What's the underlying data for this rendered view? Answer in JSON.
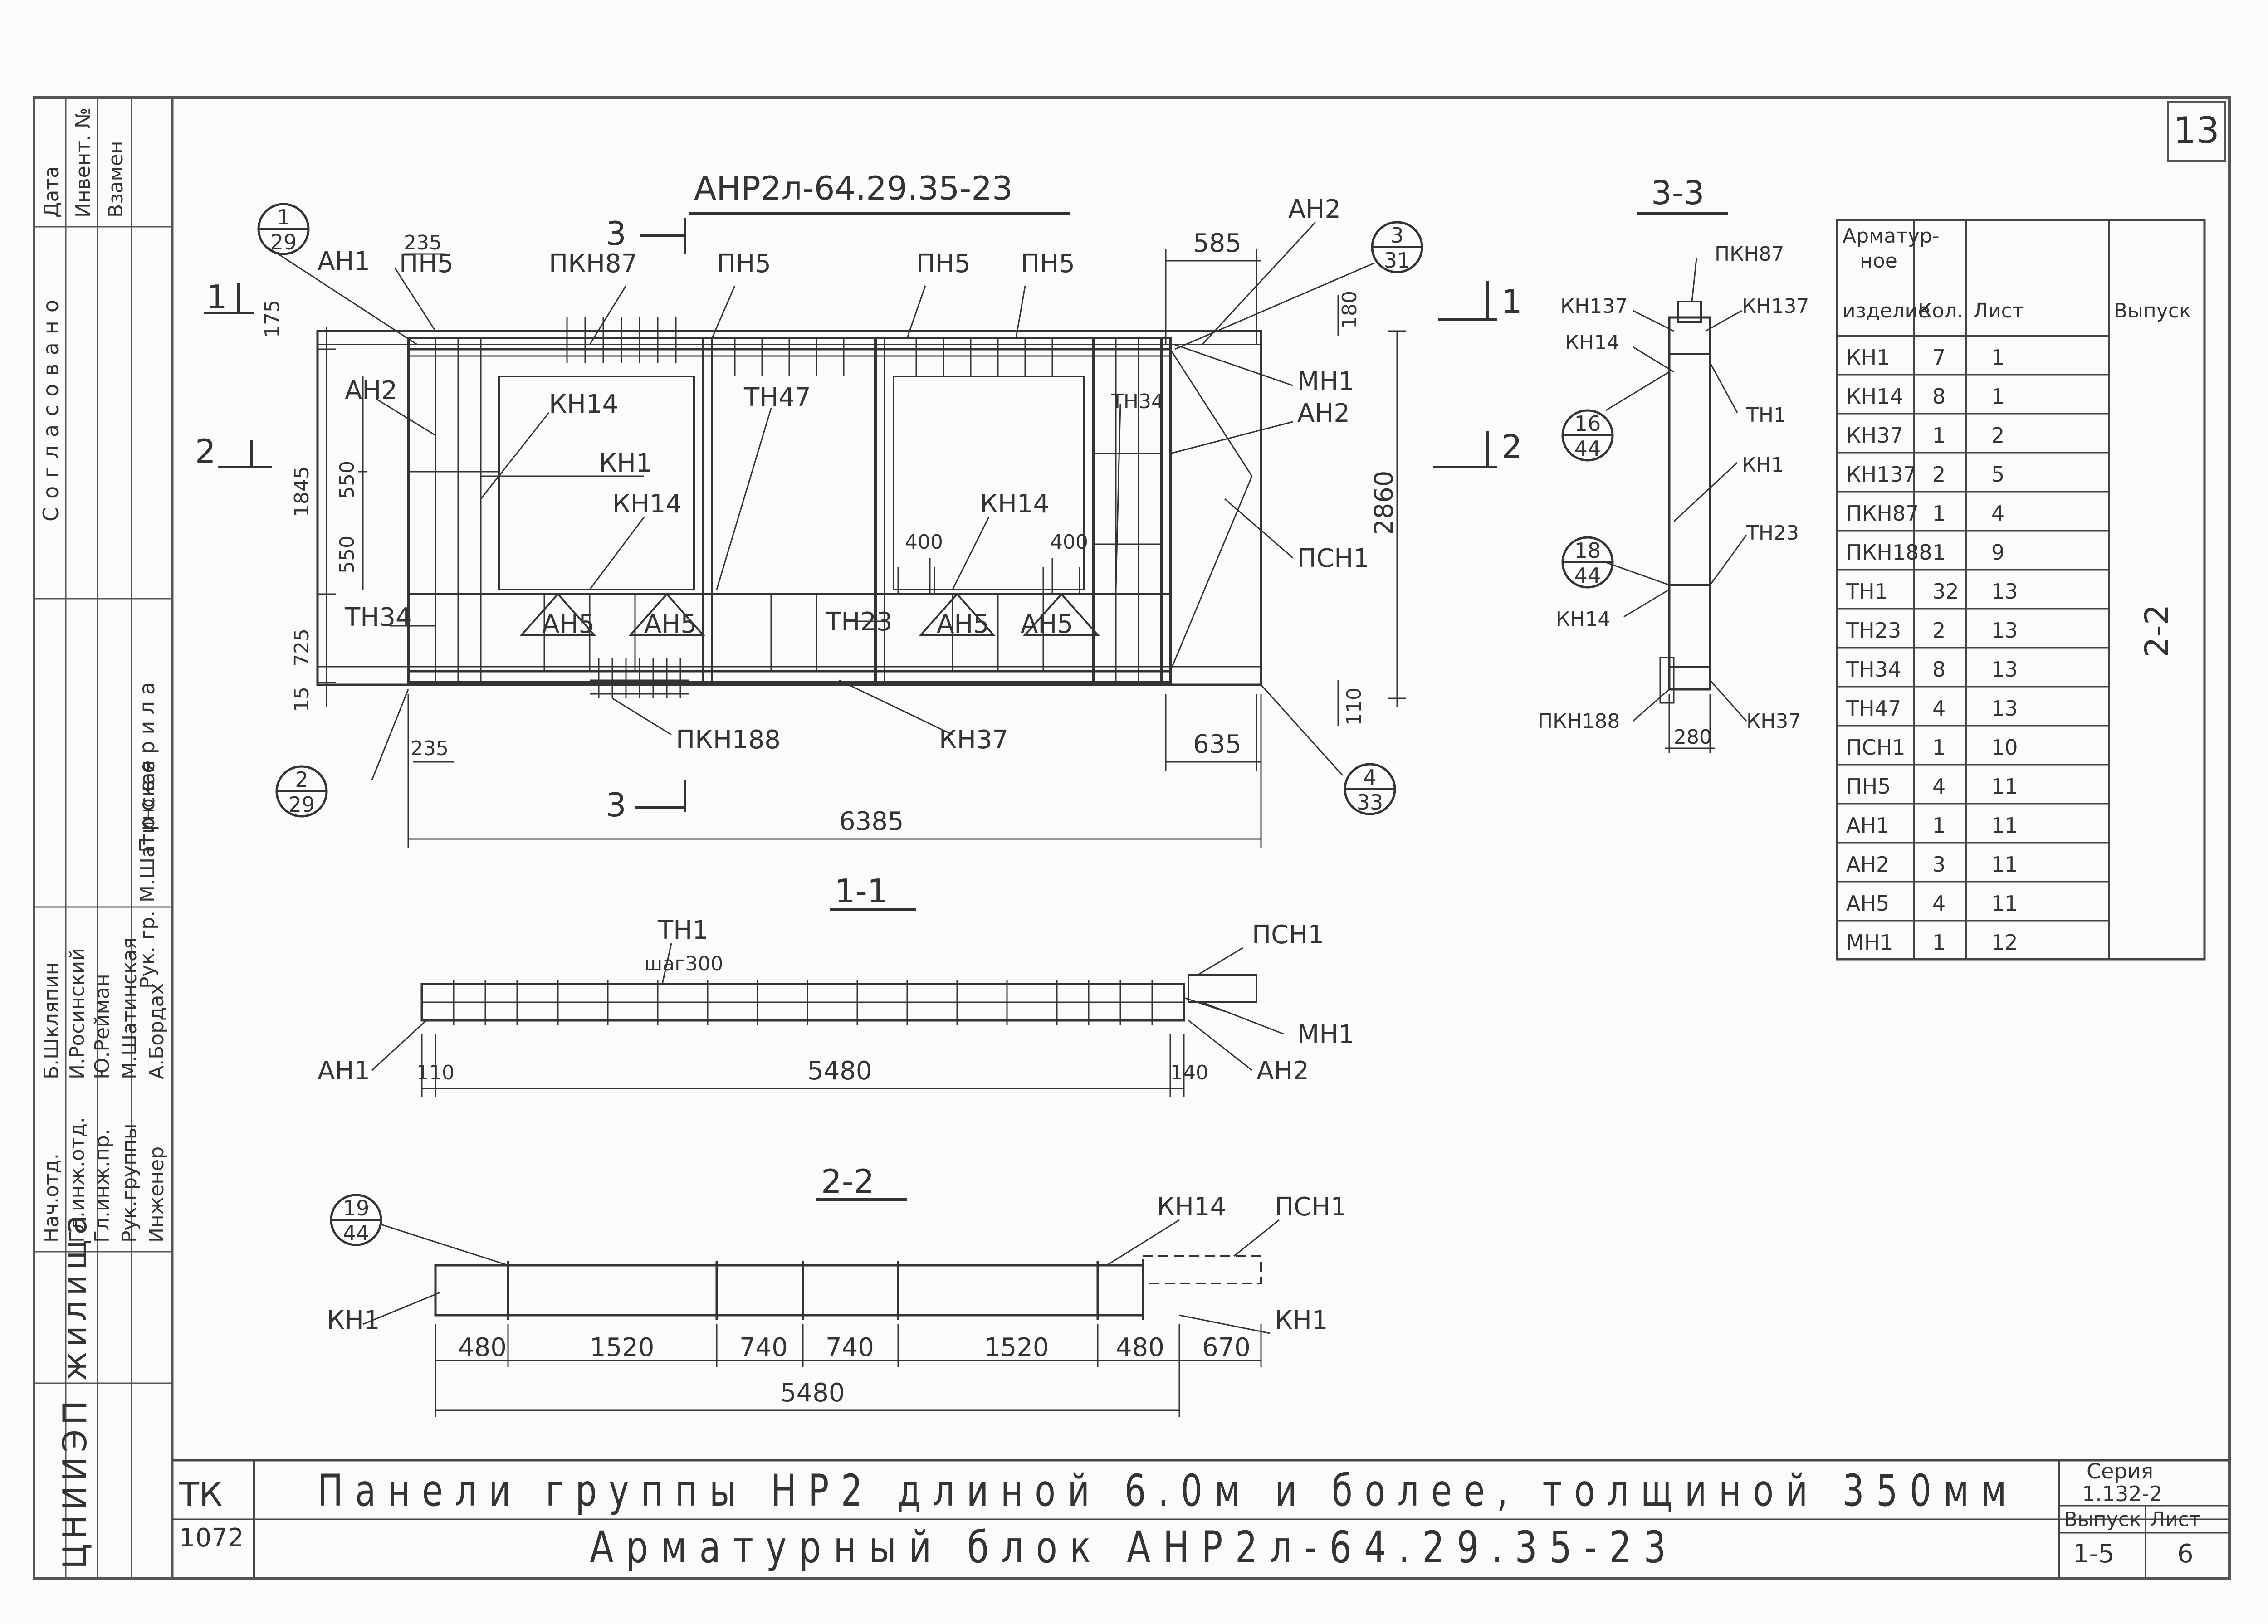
{
  "sheet_number": "13",
  "main_view": {
    "title": "АНР2л-64.29.35-23",
    "dims": {
      "d585": "585",
      "d235_top": "235",
      "d235_bot": "235",
      "d175": "175",
      "d180": "180",
      "d1845": "1845",
      "d550a": "550",
      "d550b": "550",
      "d725": "725",
      "d15": "15",
      "d2860": "2860",
      "d110": "110",
      "d635": "635",
      "d6385": "6385",
      "d400a": "400",
      "d400b": "400"
    },
    "labels": {
      "ah1": "АН1",
      "pn5a": "ПН5",
      "pkn87": "ПКН87",
      "pn5b": "ПН5",
      "pn5c": "ПН5",
      "pn5d": "ПН5",
      "ah2_top": "АН2",
      "ah2_left": "АН2",
      "kn14a": "КН14",
      "kn1": "КН1",
      "kn14b": "КН14",
      "kn14c": "КН14",
      "tn47": "ТН47",
      "tn34_right": "ТН34",
      "mn1": "МН1",
      "ah2_right": "АН2",
      "psn1": "ПСН1",
      "tn34_left": "ТН34",
      "ah5a": "АН5",
      "ah5b": "АН5",
      "tn23": "ТН23",
      "ah5c": "АН5",
      "ah5d": "АН5",
      "pkn188": "ПКН188",
      "kn37": "КН37"
    },
    "callouts": {
      "c1": {
        "top": "1",
        "bottom": "29"
      },
      "c2": {
        "top": "2",
        "bottom": "29"
      },
      "c3": {
        "top": "3",
        "bottom": "31"
      },
      "c4": {
        "top": "4",
        "bottom": "33"
      }
    },
    "cuts": {
      "cut1": "1",
      "cut2": "2",
      "cut3": "3"
    }
  },
  "section_11": {
    "title": "1-1",
    "labels": {
      "tn1": "ТН1",
      "step": "шаг300",
      "psn1": "ПСН1",
      "mn1": "МН1",
      "ah1": "АН1",
      "ah2": "АН2"
    },
    "dims": {
      "left": "110",
      "mid": "5480",
      "right": "140"
    }
  },
  "section_22": {
    "title": "2-2",
    "callout": {
      "top": "19",
      "bottom": "44"
    },
    "labels": {
      "kn14": "КН14",
      "psn1": "ПСН1",
      "kn1_left": "КН1",
      "kn1_right": "КН1"
    },
    "dims": {
      "a": "480",
      "b": "1520",
      "c": "740",
      "d": "740",
      "e": "1520",
      "f": "480",
      "g": "670",
      "total": "5480"
    }
  },
  "section_33": {
    "title": "3-3",
    "labels": {
      "pkn87": "ПКН87",
      "kn137a": "КН137",
      "kn137b": "КН137",
      "kn14a": "КН14",
      "tn1": "ТН1",
      "kn1": "КН1",
      "tn23": "ТН23",
      "kn14b": "КН14",
      "pkn188": "ПКН188",
      "kn37": "КН37"
    },
    "callouts": {
      "c16": {
        "top": "16",
        "bottom": "44"
      },
      "c18": {
        "top": "18",
        "bottom": "44"
      }
    },
    "dim": "280"
  },
  "spec_table": {
    "headers": [
      "Арматур-ное изделие",
      "Кол.",
      "Лист",
      "Выпуск"
    ],
    "side_label": "2-2",
    "rows": [
      [
        "КН1",
        "7",
        "1"
      ],
      [
        "КН14",
        "8",
        "1"
      ],
      [
        "КН37",
        "1",
        "2"
      ],
      [
        "КН137",
        "2",
        "5"
      ],
      [
        "ПКН87",
        "1",
        "4"
      ],
      [
        "ПКН188",
        "1",
        "9"
      ],
      [
        "ТН1",
        "32",
        "13"
      ],
      [
        "ТН23",
        "2",
        "13"
      ],
      [
        "ТН34",
        "8",
        "13"
      ],
      [
        "ТН47",
        "4",
        "13"
      ],
      [
        "ПСН1",
        "1",
        "10"
      ],
      [
        "ПН5",
        "4",
        "11"
      ],
      [
        "АН1",
        "1",
        "11"
      ],
      [
        "АН2",
        "3",
        "11"
      ],
      [
        "АН5",
        "4",
        "11"
      ],
      [
        "МН1",
        "1",
        "12"
      ]
    ]
  },
  "left_strip": {
    "header_cols": [
      "Дата",
      "Инвент. №",
      "Взамен"
    ],
    "agreed": "Согласовано",
    "check": "Проверила",
    "ruk_gr": "Рук. гр.",
    "check_name": "М.Шатинская",
    "titles": [
      "Нач.отд.",
      "Гл.инж.отд.",
      "Гл.инж.пр.",
      "Рук.группы",
      "Инженер"
    ],
    "names": [
      "Б.Шкляпин",
      "И.Росинский",
      "Ю.Рейман",
      "М.Шатинская",
      "А.Бордах"
    ],
    "org": "ЦНИИЭП жилища"
  },
  "title_block": {
    "code": "ТК",
    "inv": "1072",
    "line1": "Панели группы НР2 длиной 6.0м и более, толщиной 350мм",
    "line2": "Арматурный блок АНР2л-64.29.35-23",
    "series_label": "Серия",
    "series": "1.132-2",
    "issue_label": "Выпуск",
    "issue": "1-5",
    "sheet_label": "Лист",
    "sheet": "6"
  }
}
